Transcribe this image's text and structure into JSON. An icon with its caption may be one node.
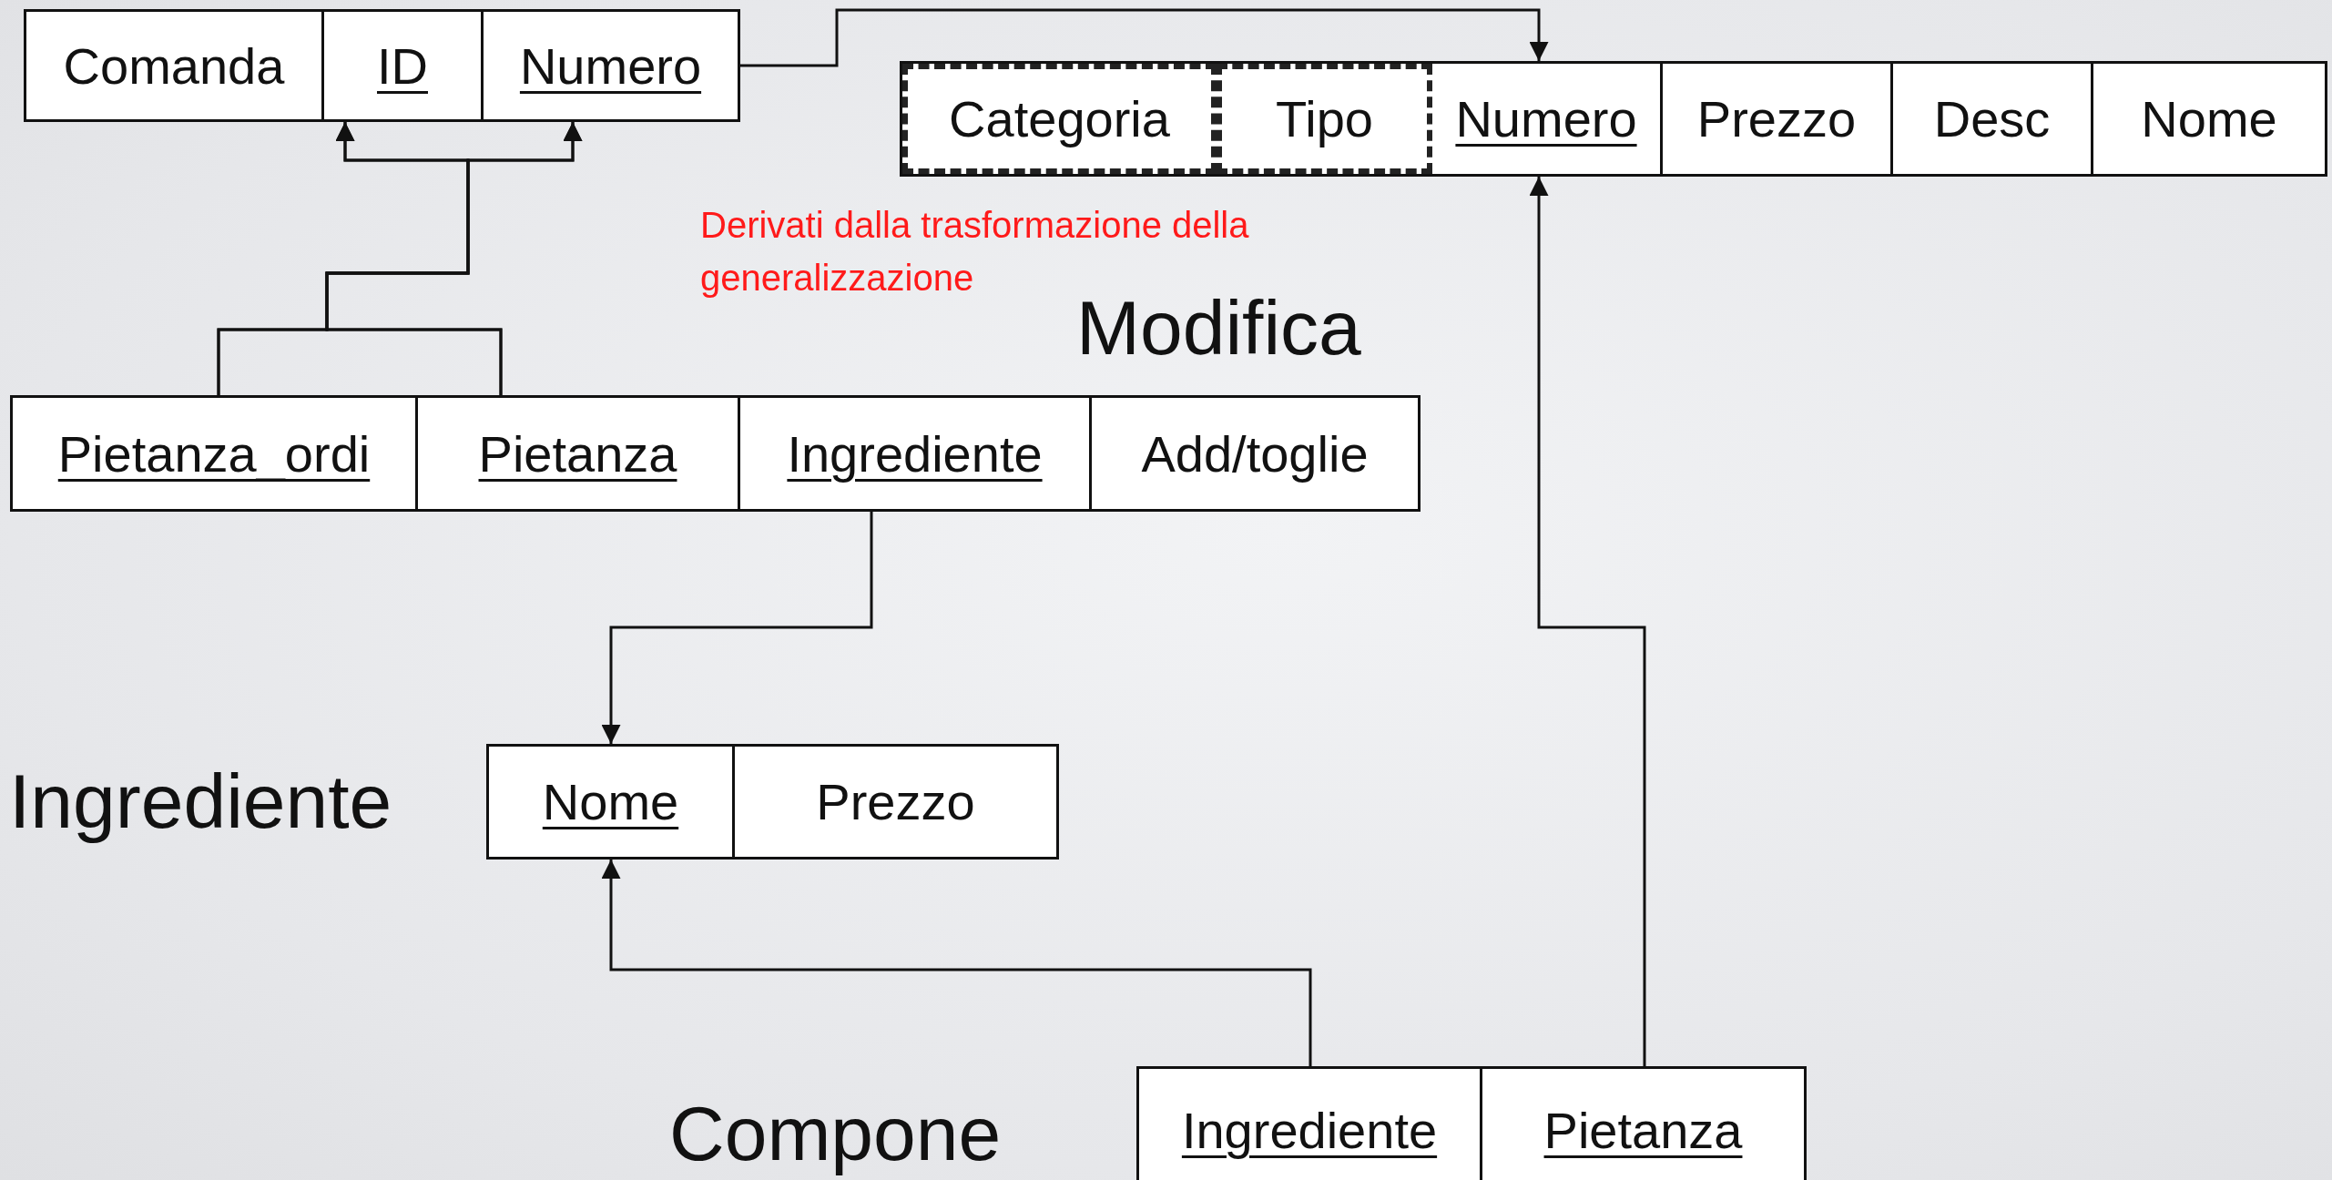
{
  "diagram": {
    "nodes": [
      {
        "text": [],
        "shape": "box"
      },
      {
        "text": [
          "Comanda"
        ],
        "in": 0
      },
      {
        "text": [
          "ID"
        ],
        "in": 0
      },
      {
        "text": [
          "Numero"
        ],
        "in": 0
      },
      {
        "text": [],
        "shape": "box"
      },
      {
        "text": [
          "Categoria"
        ],
        "in": 4
      },
      {
        "text": [
          "Tipo"
        ],
        "in": 4
      },
      {
        "text": [
          "Numero"
        ],
        "in": 4
      },
      {
        "text": [
          "Prezzo"
        ],
        "in": 4
      },
      {
        "text": [
          "Desc"
        ],
        "in": 4
      },
      {
        "text": [
          "Nome"
        ],
        "in": 4
      },
      {
        "text": [
          "Modifica"
        ]
      },
      {
        "text": [
          "Pietanza_ordi"
        ],
        "in": 11
      },
      {
        "text": [
          "Pietanza"
        ],
        "in": 11
      },
      {
        "text": [
          "Ingrediente"
        ],
        "in": 11
      },
      {
        "text": [
          "Add/toglie"
        ],
        "in": 11
      },
      {
        "text": [
          "Ingrediente"
        ]
      },
      {
        "text": [
          "Nome"
        ],
        "in": 16
      },
      {
        "text": [
          "Prezzo"
        ],
        "in": 16
      },
      {
        "text": [
          "Compone"
        ]
      },
      {
        "text": [
          "Ingrediente"
        ],
        "in": 19
      },
      {
        "text": [
          "Pietanza"
        ],
        "in": 19
      }
    ],
    "edges": [
      {
        "from": 3,
        "to": 7,
        "arrow": "to"
      },
      {
        "from": 12,
        "to": 2,
        "arrow": "to"
      },
      {
        "from": 12,
        "to": 3,
        "arrow": "to"
      },
      {
        "from": 13,
        "to": 2,
        "arrow": "to"
      },
      {
        "from": 13,
        "to": 3,
        "arrow": "to"
      },
      {
        "from": 14,
        "to": 17,
        "arrow": "to"
      },
      {
        "from": 20,
        "to": 17,
        "arrow": "to"
      },
      {
        "from": 21,
        "to": 7,
        "arrow": "to"
      }
    ],
    "labels": [
      "Derivati dalla trasformazione della generalizzazione"
    ]
  }
}
